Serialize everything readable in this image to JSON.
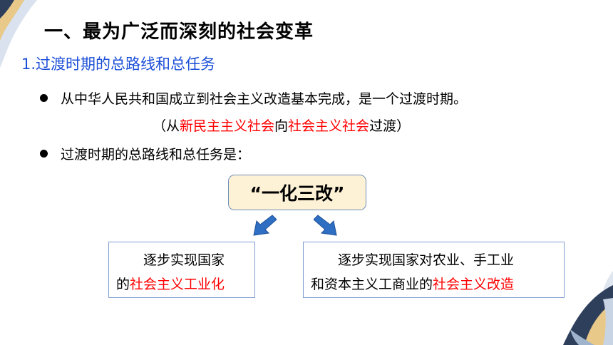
{
  "heading": "一、最为广泛而深刻的社会变革",
  "subheading": "1.过渡时期的总路线和总任务",
  "bullet1": "从中华人民共和国成立到社会主义改造基本完成，是一个过渡时期。",
  "note": {
    "open": "（从",
    "red1": "新民主主义社会",
    "mid": "向",
    "red2": "社会主义社会",
    "close": "过渡）"
  },
  "bullet2": "过渡时期的总路线和总任务是：",
  "center_label": "“一化三改”",
  "left_box": {
    "line1": "逐步实现国家",
    "prefix": "的",
    "red": "社会主义工业化"
  },
  "right_box": {
    "line1": "逐步实现国家对农业、手工业",
    "prefix": "和资本主义工商业的",
    "red": "社会主义改造"
  },
  "colors": {
    "accent_blue": "#1c4fd8",
    "highlight_red": "#ff0000",
    "box_fill": "#fdf2d6",
    "arrow_blue": "#2e6fc4",
    "deco_navy": "#2e3f5c",
    "deco_tan": "#e8c98a"
  }
}
